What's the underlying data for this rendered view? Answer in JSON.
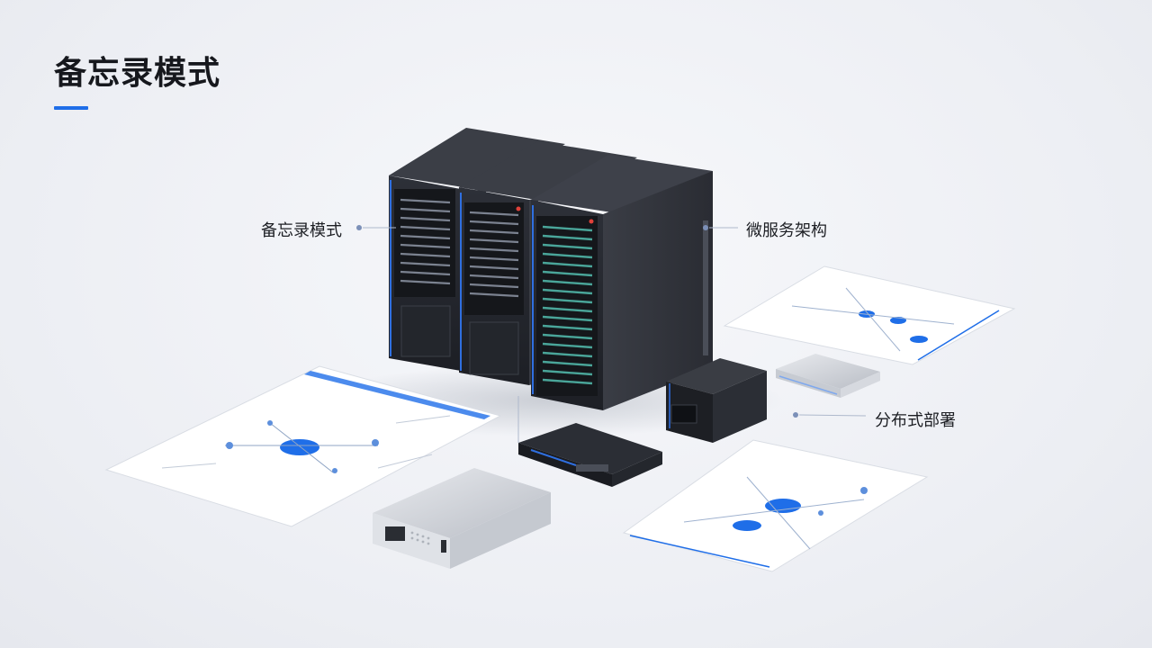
{
  "slide": {
    "title": "备忘录模式",
    "accent_color": "#1f6ee8"
  },
  "callouts": [
    {
      "label": "备忘录模式"
    },
    {
      "label": "微服务架构"
    },
    {
      "label": "分布式部署"
    }
  ],
  "illustration": {
    "objects": [
      "server-rack-icon",
      "server-rack-icon",
      "server-rack-icon",
      "network-switch-icon",
      "mini-pc-icon",
      "storage-unit-icon",
      "silver-server-icon",
      "architecture-diagram-sheet",
      "architecture-diagram-sheet",
      "architecture-diagram-sheet"
    ]
  }
}
